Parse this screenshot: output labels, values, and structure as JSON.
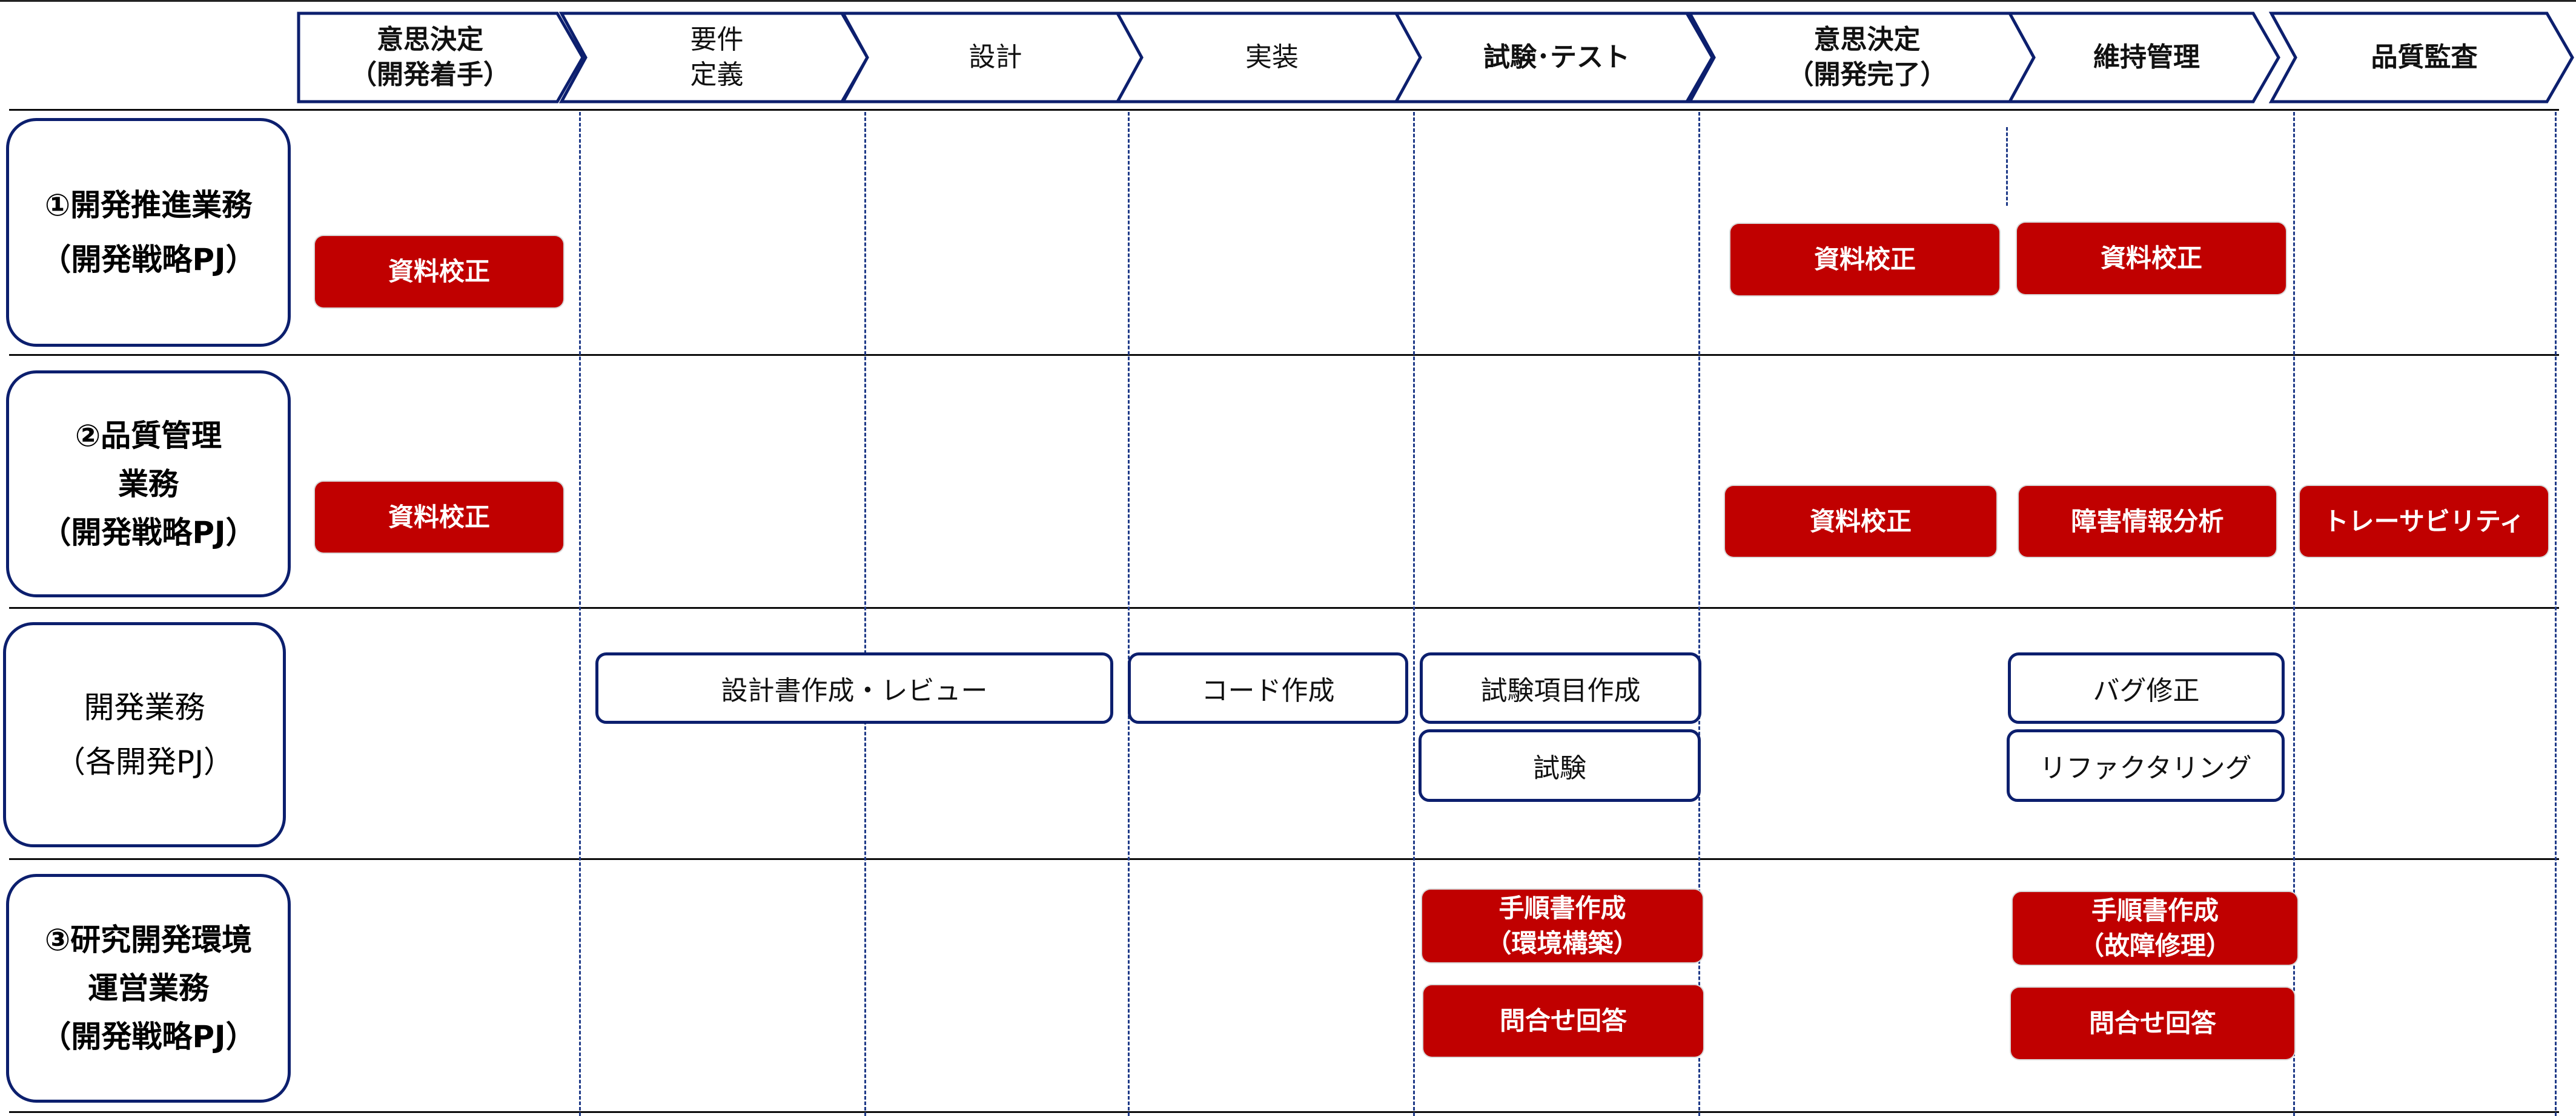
{
  "phases": [
    {
      "line1": "意思決定",
      "line2": "（開発着手）",
      "bold": true
    },
    {
      "line1": "要件",
      "line2": "定義",
      "bold": false
    },
    {
      "line1": "設計",
      "line2": "",
      "bold": false
    },
    {
      "line1": "実装",
      "line2": "",
      "bold": false
    },
    {
      "line1": "試験･テスト",
      "line2": "",
      "bold": true
    },
    {
      "line1": "意思決定",
      "line2": "（開発完了）",
      "bold": true
    },
    {
      "line1": "維持管理",
      "line2": "",
      "bold": true
    },
    {
      "line1": "品質監査",
      "line2": "",
      "bold": true
    }
  ],
  "rows": [
    {
      "lines": [
        "①開発推進業務",
        "（開発戦略PJ）"
      ],
      "bold": true
    },
    {
      "lines": [
        "②品質管理",
        "業務",
        "（開発戦略PJ）"
      ],
      "bold": true
    },
    {
      "lines": [
        "開発業務",
        "（各開発PJ）"
      ],
      "bold": false
    },
    {
      "lines": [
        "③研究開発環境",
        "運営業務",
        "（開発戦略PJ）"
      ],
      "bold": true
    }
  ],
  "tasks": {
    "r1_decision_start": "資料校正",
    "r1_decision_end": "資料校正",
    "r1_maintenance": "資料校正",
    "r2_decision_start": "資料校正",
    "r2_decision_end": "資料校正",
    "r2_maintenance": "障害情報分析",
    "r2_audit": "トレーサビリティ",
    "dev_design": "設計書作成・レビュー",
    "dev_code": "コード作成",
    "dev_test_items": "試験項目作成",
    "dev_test": "試験",
    "dev_bugfix": "バグ修正",
    "dev_refactor": "リファクタリング",
    "r3_manual_env_1": "手順書作成",
    "r3_manual_env_2": "（環境構築）",
    "r3_inquiry_test": "問合せ回答",
    "r3_manual_fix_1": "手順書作成",
    "r3_manual_fix_2": "（故障修理）",
    "r3_inquiry_maint": "問合せ回答"
  },
  "colors": {
    "task_fill": "#c00000",
    "outline": "#0c1f6e",
    "dashed_divider": "#1f3a88"
  }
}
